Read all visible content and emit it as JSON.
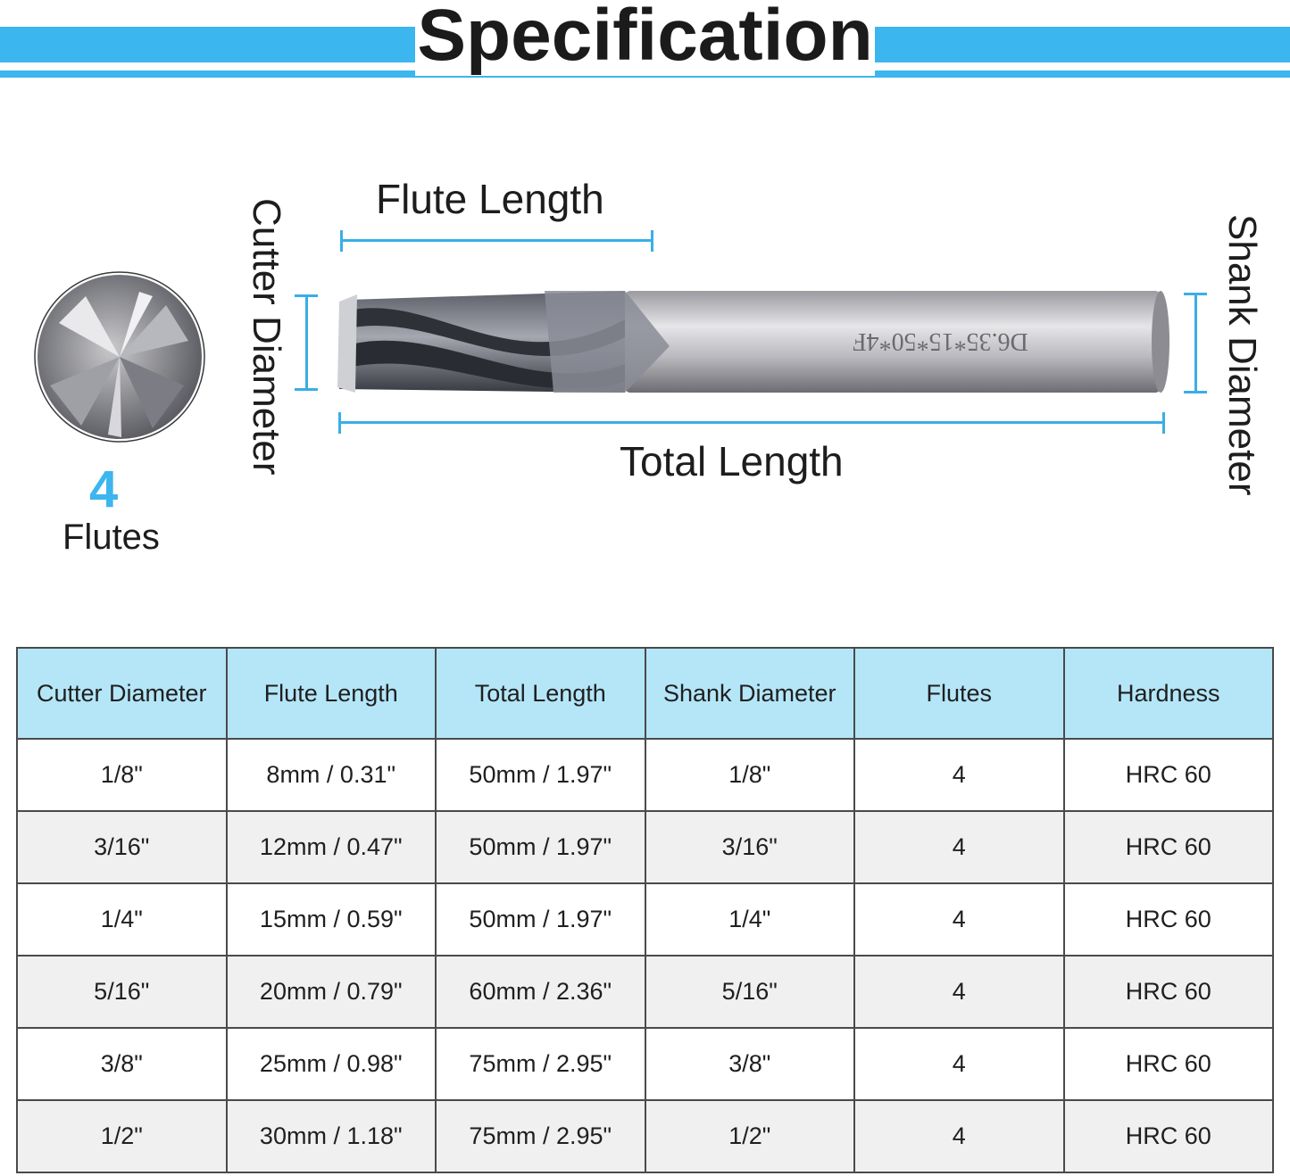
{
  "title": "Specification",
  "diagram": {
    "flute_length_label": "Flute Length",
    "total_length_label": "Total Length",
    "cutter_diameter_label": "Cutter Diameter",
    "shank_diameter_label": "Shank Diameter",
    "shank_marking": "D6.35*15*50*4F",
    "flutes_count": "4",
    "flutes_label": "Flutes",
    "accent_color": "#3cb6ee"
  },
  "table": {
    "headers": [
      "Cutter Diameter",
      "Flute Length",
      "Total Length",
      "Shank Diameter",
      "Flutes",
      "Hardness"
    ],
    "rows": [
      [
        "1/8\"",
        "8mm / 0.31\"",
        "50mm / 1.97\"",
        "1/8\"",
        "4",
        "HRC 60"
      ],
      [
        "3/16\"",
        "12mm / 0.47\"",
        "50mm / 1.97\"",
        "3/16\"",
        "4",
        "HRC 60"
      ],
      [
        "1/4\"",
        "15mm / 0.59\"",
        "50mm / 1.97\"",
        "1/4\"",
        "4",
        "HRC 60"
      ],
      [
        "5/16\"",
        "20mm / 0.79\"",
        "60mm / 2.36\"",
        "5/16\"",
        "4",
        "HRC 60"
      ],
      [
        "3/8\"",
        "25mm / 0.98\"",
        "75mm / 2.95\"",
        "3/8\"",
        "4",
        "HRC 60"
      ],
      [
        "1/2\"",
        "30mm / 1.18\"",
        "75mm / 2.95\"",
        "1/2\"",
        "4",
        "HRC 60"
      ]
    ]
  }
}
